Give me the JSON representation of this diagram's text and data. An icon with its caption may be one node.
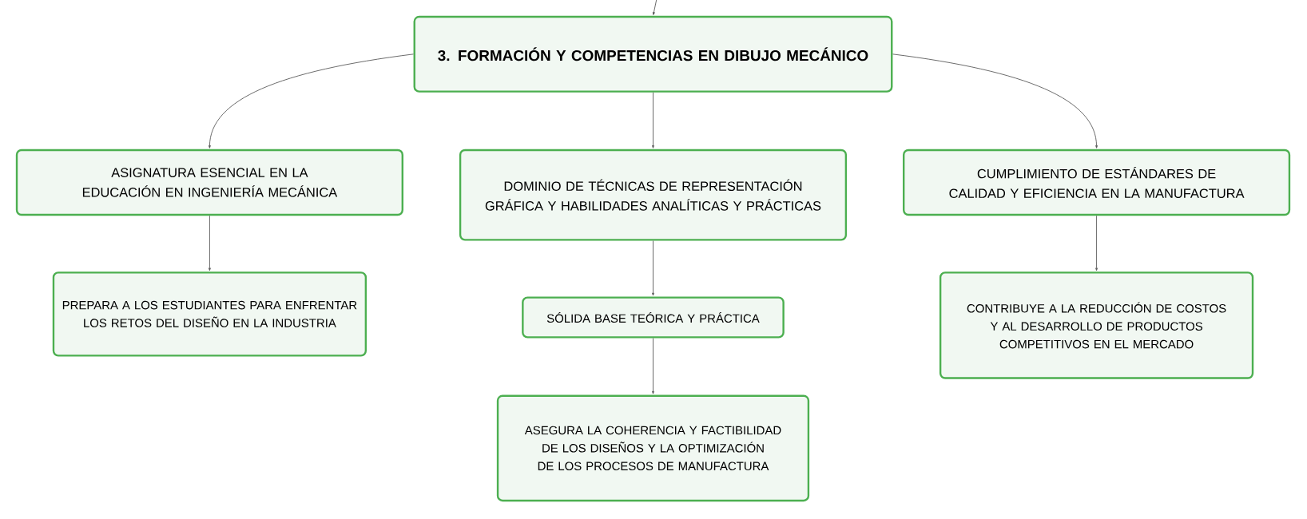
{
  "diagram": {
    "nodes": [
      {
        "text": [
          "3. FORMACIÓN Y COMPETENCIAS EN DIBUJO MECÁNICO"
        ]
      },
      {
        "text": [
          "ASIGNATURA ESENCIAL EN LA EDUCACIÓN EN INGENIERÍA MECÁNICA"
        ]
      },
      {
        "text": [
          "DOMINIO DE TÉCNICAS DE REPRESENTACIÓN GRÁFICA Y HABILIDADES ANALÍTICAS Y PRÁCTICAS"
        ]
      },
      {
        "text": [
          "CUMPLIMIENTO DE ESTÁNDARES DE CALIDAD Y EFICIENCIA EN LA MANUFACTURA"
        ]
      },
      {
        "text": [
          "PREPARA A LOS ESTUDIANTES PARA ENFRENTAR LOS RETOS DEL DISEÑO EN LA INDUSTRIA"
        ]
      },
      {
        "text": [
          "SÓLIDA BASE TEÓRICA Y PRÁCTICA"
        ]
      },
      {
        "text": [
          "CONTRIBUYE A LA REDUCCIÓN DE COSTOS Y AL DESARROLLO DE PRODUCTOS COMPETITIVOS EN EL MERCADO"
        ]
      },
      {
        "text": [
          "ASEGURA LA COHERENCIA Y FACTIBILIDAD DE LOS DISEÑOS Y LA OPTIMIZACIÓN DE LOS PROCESOS DE MANUFACTURA"
        ]
      }
    ],
    "edges": [
      {
        "from": null,
        "to": 0,
        "arrow": "to"
      },
      {
        "from": 0,
        "to": 1,
        "arrow": "to"
      },
      {
        "from": 0,
        "to": 2,
        "arrow": "to"
      },
      {
        "from": 0,
        "to": 3,
        "arrow": "to"
      },
      {
        "from": 1,
        "to": 4,
        "arrow": "to"
      },
      {
        "from": 2,
        "to": 5,
        "arrow": "to"
      },
      {
        "from": 5,
        "to": 7,
        "arrow": "to"
      },
      {
        "from": 3,
        "to": 6,
        "arrow": "to"
      }
    ]
  }
}
